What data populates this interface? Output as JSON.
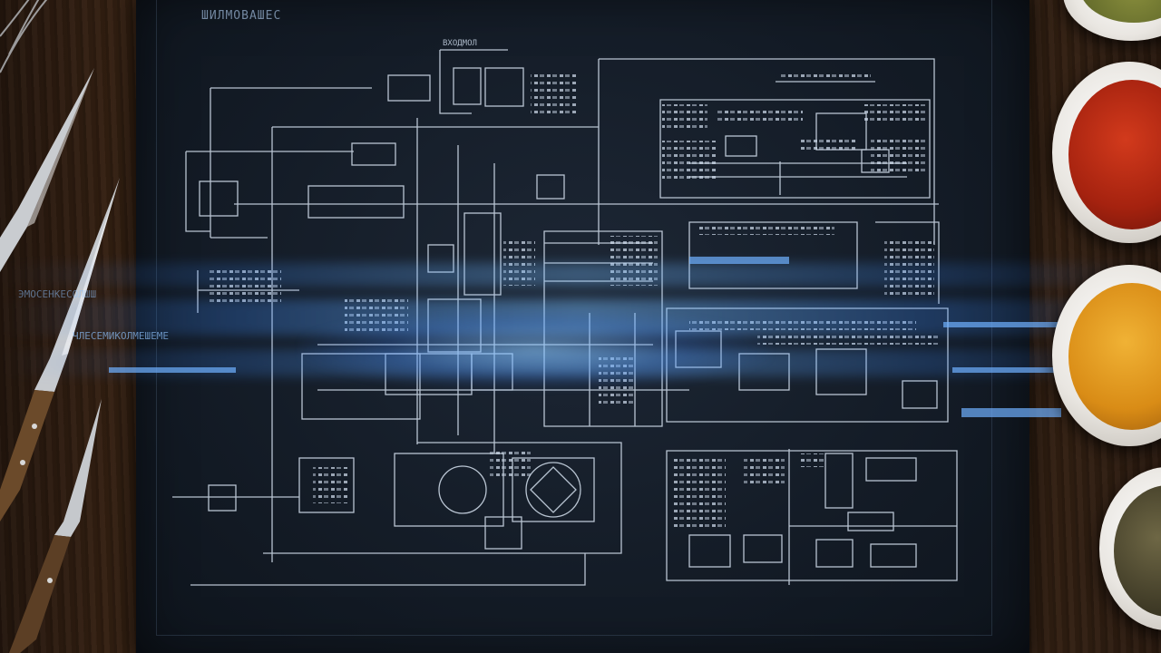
{
  "board": {
    "title": "ШИЛМОВАШЕС",
    "top_label": "ВХОДМОЛ",
    "labels": [
      "ЭМОСЕНКЕСОЛШШ",
      "ЧЛЕСЕМИКОЛМЕШЕМЕ"
    ]
  },
  "colors": {
    "board": "#141c27",
    "line": "#d6e2f0",
    "glow": "#3f8cff",
    "wood": "#3a2414"
  },
  "objects": {
    "knives": [
      "chef-knife",
      "paring-knife",
      "utility-knife"
    ],
    "spice_bowls": [
      {
        "name": "green-herb-bowl",
        "color": "#6f7a35"
      },
      {
        "name": "paprika-bowl",
        "color": "#b52a15"
      },
      {
        "name": "turmeric-bowl",
        "color": "#e09a1c"
      },
      {
        "name": "pepper-bowl",
        "color": "#4f4a32"
      }
    ]
  }
}
